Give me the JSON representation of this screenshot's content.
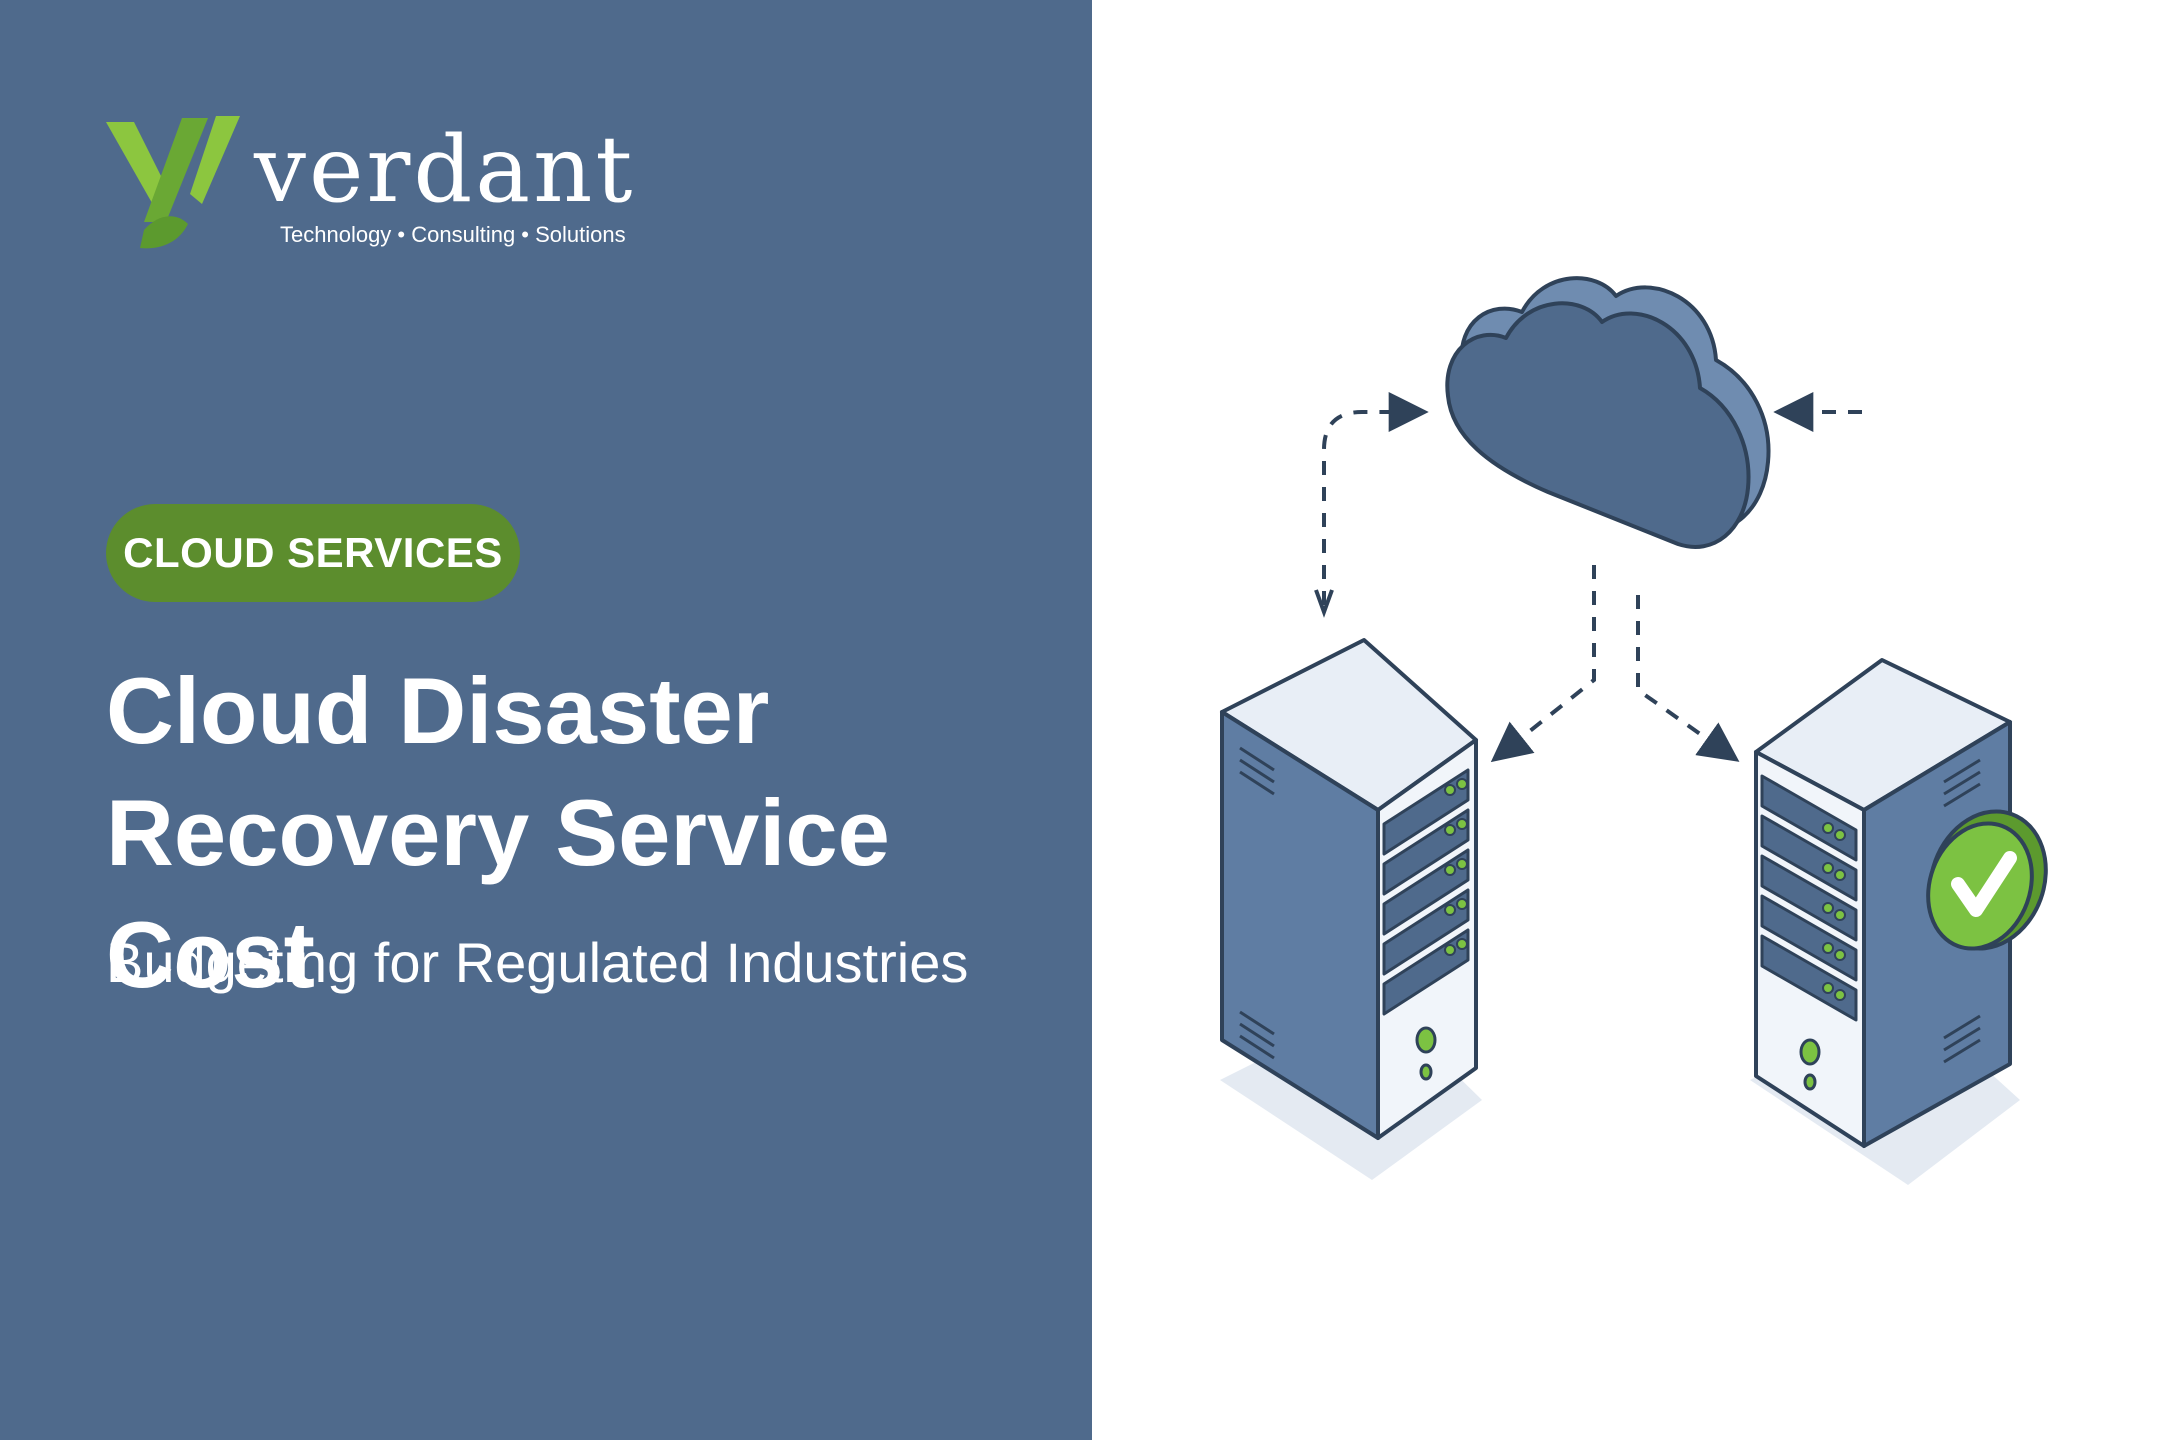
{
  "brand": {
    "name": "verdant",
    "tagline": "Technology • Consulting • Solutions",
    "logo_icon": "stylized-v-leaf-logo"
  },
  "hero": {
    "category": "CLOUD SERVICES",
    "title_line1": "Cloud Disaster",
    "title_line2": "Recovery Service Cost",
    "subtitle": "Budgeting for Regulated Industries"
  },
  "illustration": {
    "icons": [
      "cloud-icon",
      "primary-server-icon",
      "backup-server-icon",
      "checkmark-badge-icon",
      "sync-arrow-icon"
    ]
  },
  "colors": {
    "panel_blue": "#4f6a8c",
    "accent_green": "#5c8d2d",
    "badge_green": "#7cc242",
    "outline": "#2f4259",
    "server_side": "#5f7da3",
    "server_top": "#e8eef6"
  }
}
